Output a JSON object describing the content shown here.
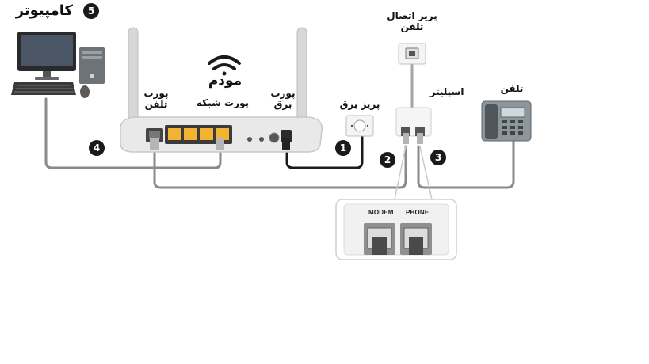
{
  "labels": {
    "computer": "کامپیوتر",
    "modem": "مودم",
    "phone_port_line1": "پورت",
    "phone_port_line2": "تلفن",
    "network_port": "پورت شبکه",
    "power_port_line1": "پورت",
    "power_port_line2": "برق",
    "power_outlet": "پریز برق",
    "phone_jack_line1": "پریز اتصال",
    "phone_jack_line2": "تلفن",
    "splitter": "اسپلیتر",
    "telephone": "تلفن"
  },
  "badges": [
    "1",
    "2",
    "3",
    "4",
    "5"
  ],
  "splitter_detail": {
    "modem_port": "MODEM",
    "phone_port": "PHONE"
  },
  "colors": {
    "cable": "#8a8a8a",
    "power_cable": "#1b1b1b",
    "lan_port": "#f2b233",
    "badge": "#1a1a1a"
  }
}
